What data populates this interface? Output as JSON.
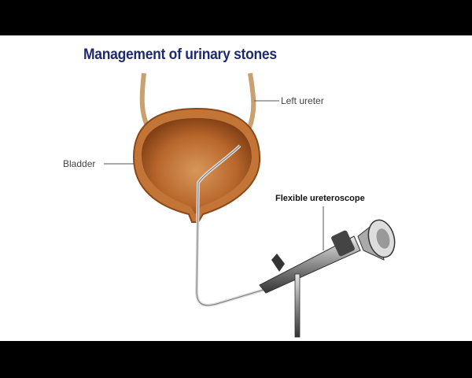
{
  "title": "Management of urinary stones",
  "labels": {
    "left_ureter": "Left ureter",
    "bladder": "Bladder",
    "scope": "Flexible ureteroscope"
  },
  "colors": {
    "title": "#1f2a6e",
    "bladder": "#b8642a",
    "bar": "#000000"
  }
}
